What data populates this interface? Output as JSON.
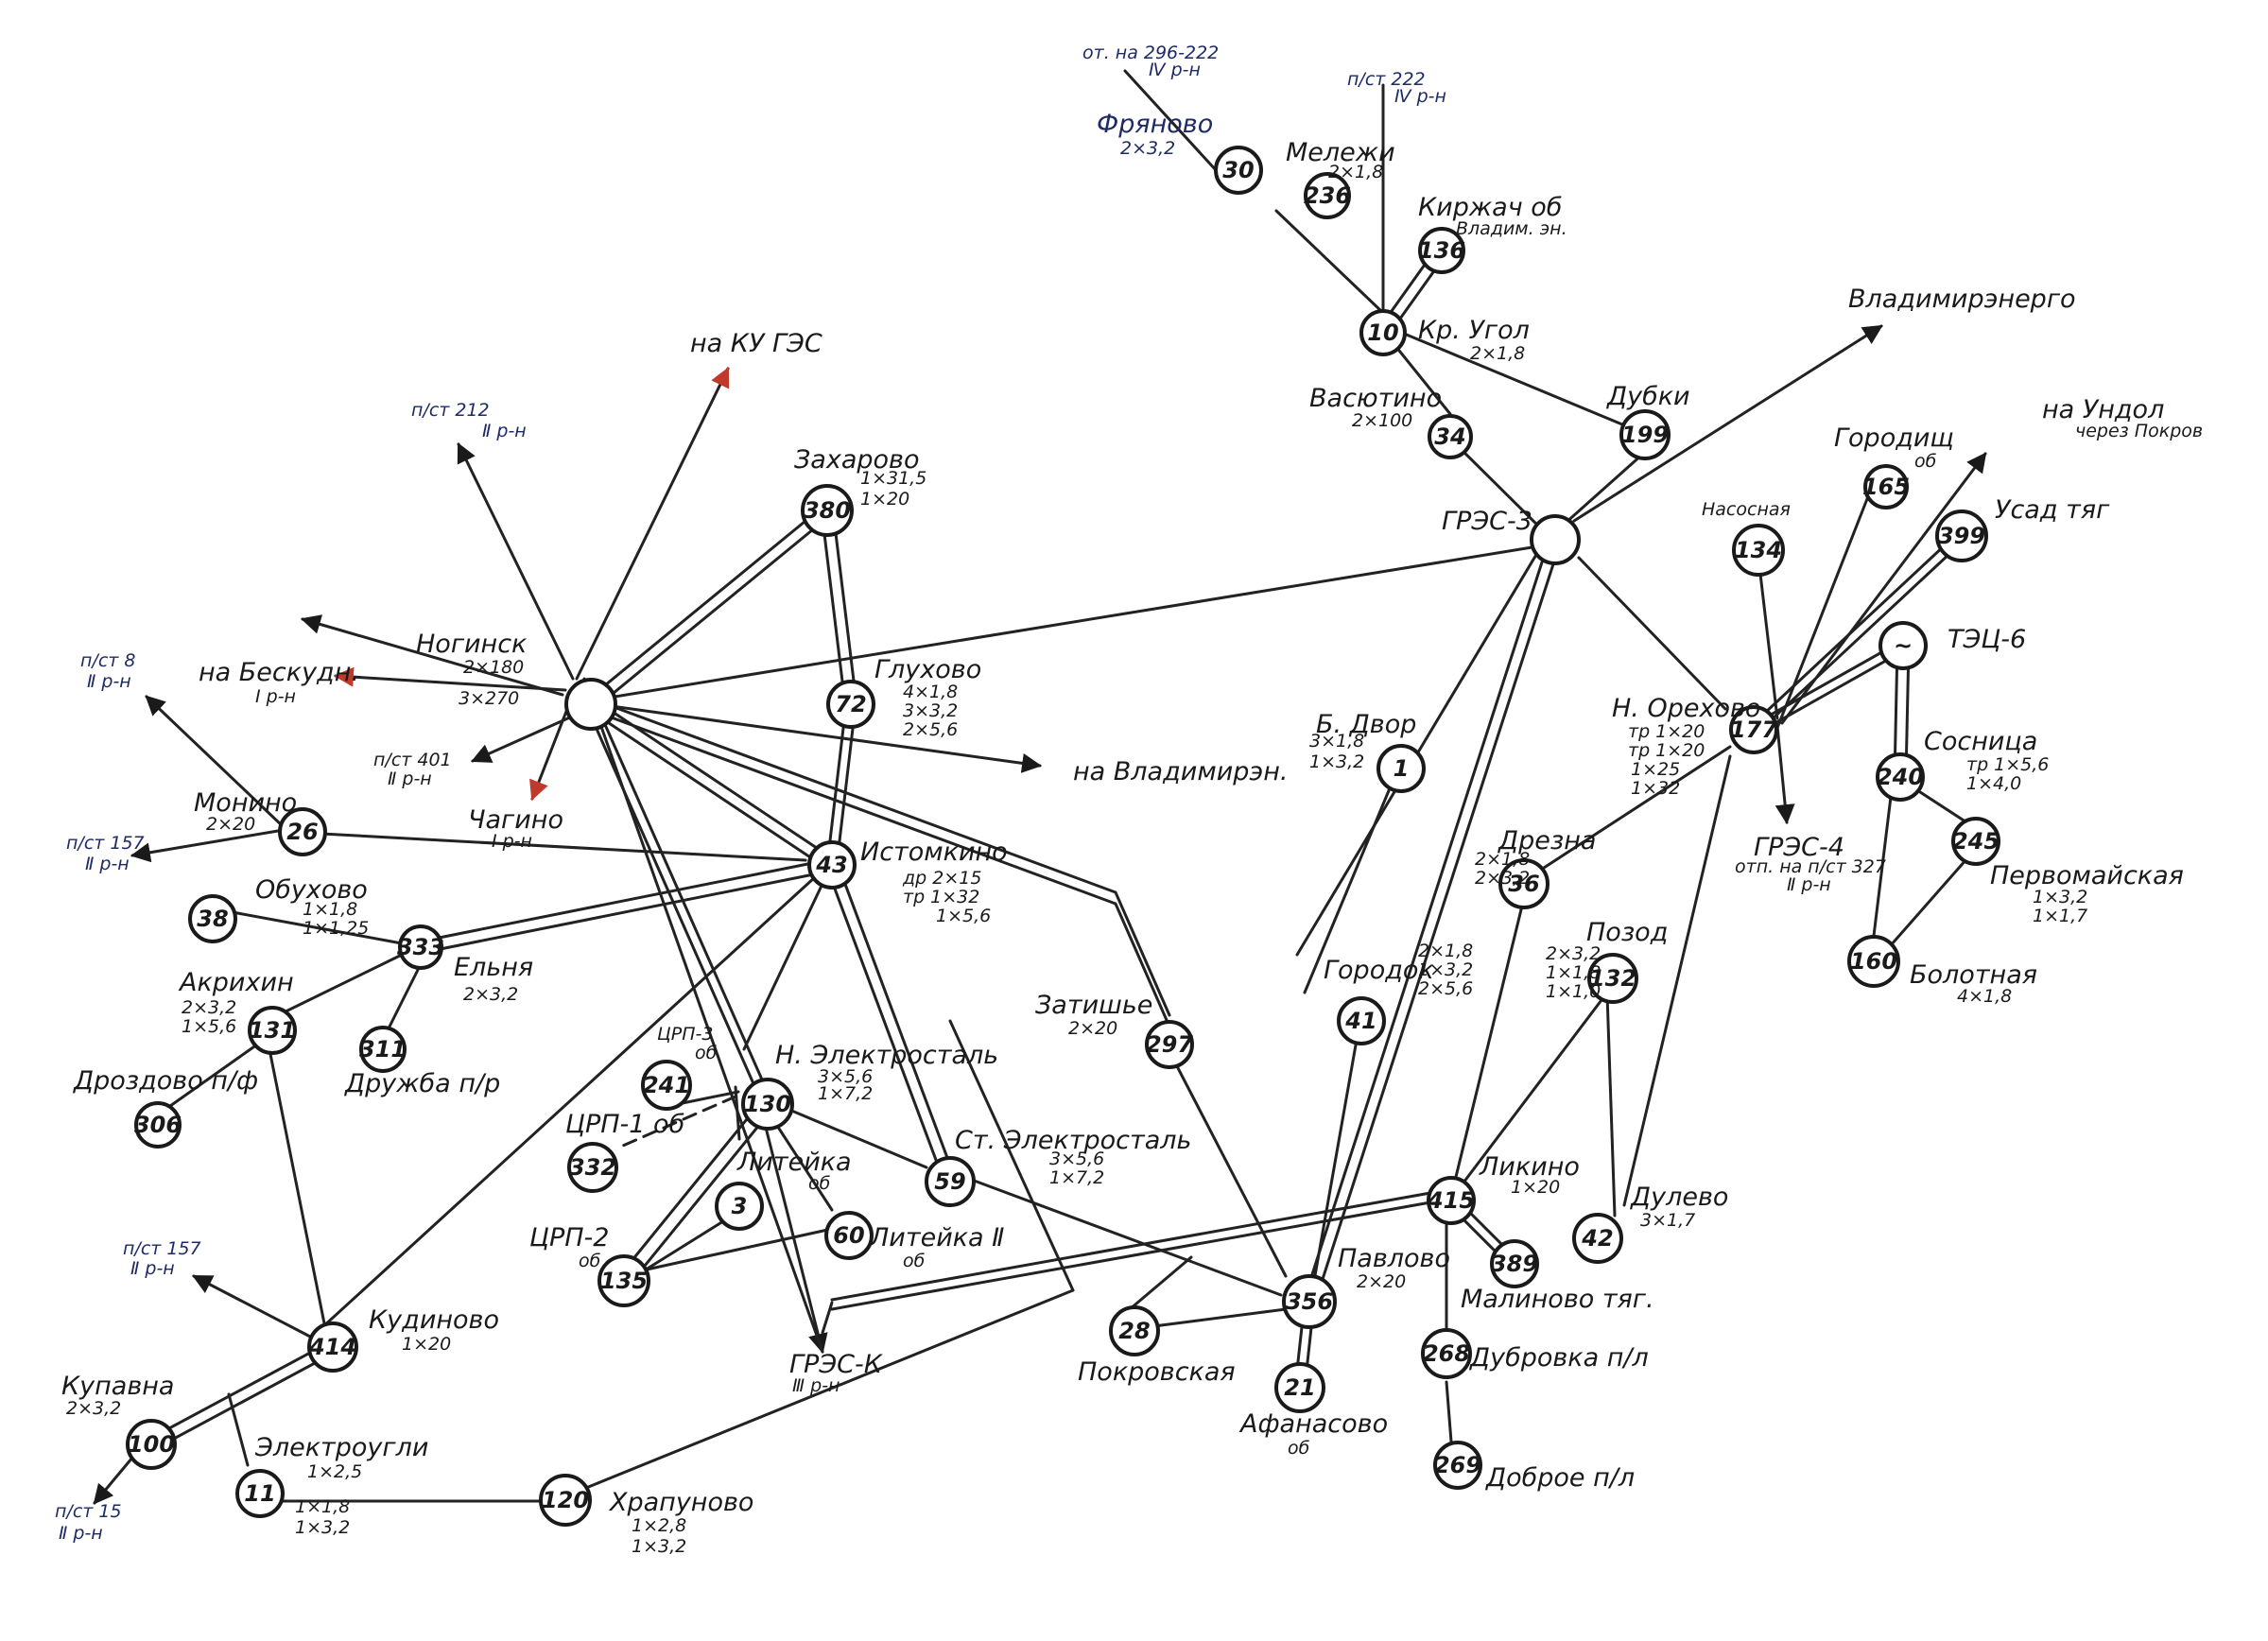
{
  "colors": {
    "ink": "#1a1a1a",
    "blue_ink": "#1f2b66",
    "red_ink": "#c0392b",
    "paper": "#ffffff"
  },
  "nodes": {
    "n10": "10",
    "n30": "30",
    "n236": "236",
    "n136": "136",
    "n34": "34",
    "n199": "199",
    "n165": "165",
    "n399": "399",
    "n134": "134",
    "tec6": "~",
    "n177": "177",
    "n240": "240",
    "n245": "245",
    "n160": "160",
    "n380": "380",
    "n72": "72",
    "n43": "43",
    "n26": "26",
    "n38": "38",
    "n333": "333",
    "n311": "311",
    "n131": "131",
    "n306": "306",
    "n241": "241",
    "n130": "130",
    "n332": "332",
    "n3": "3",
    "n60": "60",
    "n59": "59",
    "n135": "135",
    "n297": "297",
    "n1": "1",
    "n41": "41",
    "n36": "36",
    "n132": "132",
    "n415": "415",
    "n389": "389",
    "n42": "42",
    "n356": "356",
    "n28": "28",
    "n21": "21",
    "n268": "268",
    "n269": "269",
    "n414": "414",
    "n100": "100",
    "n11": "11",
    "n120": "120"
  },
  "labels": {
    "otp_296": "от. на 296-222",
    "otp_296_sub": "Ⅳ р-н",
    "fryanovo": "Фряново",
    "fryanovo_cap": "2×3,2",
    "pst_222": "п/ст 222",
    "pst_222_sub": "Ⅳ р-н",
    "melezhi": "Мележи",
    "melezhi_cap": "2×1,8",
    "kirzhach": "Киржач об",
    "kirzhach_sub": "Владим. эн.",
    "kr_ugol": "Кр. Угол",
    "kr_ugol_cap": "2×1,8",
    "vasyutino": "Васютино",
    "vasyutino_cap": "2×100",
    "dubki": "Дубки",
    "gres3": "ГРЭС-3",
    "vladimirenergo": "Владимирэнерго",
    "gorodishche": "Городищ",
    "gorodishche_sub": "об",
    "na_undol": "на Ундол",
    "cherez": "через Покров",
    "usad": "Усад тяг",
    "nasosnaya": "Насосная",
    "tec6": "ТЭЦ-6",
    "na_ku_ges": "на КУ ГЭС",
    "pst212": "п/ст 212",
    "pst212_sub": "Ⅱ р-н",
    "zakharovo": "Захарово",
    "zakharovo_c1": "1×31,5",
    "zakharovo_c2": "1×20",
    "noginsk": "Ногинск",
    "noginsk_c1": "2×180",
    "noginsk_c2": "3×270",
    "glukhovo": "Глухово",
    "glukhovo_c1": "4×1,8",
    "glukhovo_c2": "3×3,2",
    "glukhovo_c3": "2×5,6",
    "na_vladimiren": "на Владимирэн.",
    "pst8": "п/ст 8",
    "pst8_sub": "Ⅱ р-н",
    "na_beskudn": "на Бескудн.",
    "na_beskudn_sub": "Ⅰ р-н",
    "pst401": "п/ст 401",
    "pst401_sub": "Ⅱ р-н",
    "chagino": "Чагино",
    "chagino_sub": "Ⅰ р-н",
    "monino": "Монино",
    "monino_cap": "2×20",
    "pst157a": "п/ст 157",
    "pst157a_sub": "Ⅱ р-н",
    "obukhovo": "Обухово",
    "obukhovo_c1": "1×1,8",
    "obukhovo_c2": "1×1,25",
    "istomkino": "Истомкино",
    "istomkino_c1": "др 2×15",
    "istomkino_c2": "тр 1×32",
    "istomkino_c3": "1×5,6",
    "elnya": "Ельня",
    "elnya_cap": "2×3,2",
    "akrikhin": "Акрихин",
    "akrikhin_c1": "2×3,2",
    "akrikhin_c2": "1×5,6",
    "drozdovo": "Дроздово п/ф",
    "druzhba": "Дружба п/р",
    "crp3": "ЦРП-3",
    "crp3_sub": "об",
    "n_elektrostal": "Н. Электросталь",
    "n_el_c1": "3×5,6",
    "n_el_c2": "1×7,2",
    "crp1": "ЦРП-1 об",
    "liteyka": "Литейка",
    "liteyka_sub": "об",
    "st_elektrostal": "Ст. Электросталь",
    "st_el_c1": "3×5,6",
    "st_el_c2": "1×7,2",
    "crp2": "ЦРП-2",
    "crp2_sub": "об",
    "liteyka2": "Литейка Ⅱ",
    "liteyka2_sub": "об",
    "zatishye": "Затишье",
    "zatishye_cap": "2×20",
    "b_dvor": "Б. Двор",
    "b_dvor_c1": "3×1,8",
    "b_dvor_c2": "1×3,2",
    "gorodok": "Городок",
    "gorodok_c1": "2×1,8",
    "gorodok_c2": "1×3,2",
    "gorodok_c3": "2×5,6",
    "n_orekhovo": "Н. Орехово",
    "n_or_c1": "тр 1×20",
    "n_or_c2": "тр 1×20",
    "n_or_c3": "1×25",
    "n_or_c4": "1×32",
    "gres4": "ГРЭС-4",
    "gres4_sub": "отп. на п/ст 327",
    "gres4_sub2": "Ⅱ р-н",
    "sosnitsa": "Сосница",
    "sosnitsa_c1": "тр 1×5,6",
    "sosnitsa_c2": "1×4,0",
    "pervomayskaya": "Первомайская",
    "perv_c1": "1×3,2",
    "perv_c2": "1×1,7",
    "bolotnaya": "Болотная",
    "bolotnaya_cap": "4×1,8",
    "drezna": "Дрезна",
    "drezna_c1": "2×1,8",
    "drezna_c2": "2×3,2",
    "pozod": "Позод",
    "pozod_c1": "2×3,2",
    "pozod_c2": "1×1,8",
    "pozod_c3": "1×1,0",
    "likino": "Ликино",
    "likino_cap": "1×20",
    "dulevo": "Дулево",
    "dulevo_cap": "3×1,7",
    "pavlovo": "Павлово",
    "pavlovo_cap": "2×20",
    "malinovo": "Малиново тяг.",
    "pokrovskaya": "Покровская",
    "afanasovo": "Афанасово",
    "afanasovo_sub": "об",
    "dubrovka": "Дубровка п/л",
    "dobroe": "Доброе п/л",
    "gres_k": "ГРЭС-К",
    "gres_k_sub": "Ⅲ р-н",
    "pst157b": "п/ст 157",
    "pst157b_sub": "Ⅱ р-н",
    "kudinovo": "Кудиново",
    "kudinovo_cap": "1×20",
    "kupavna": "Купавна",
    "kupavna_cap": "2×3,2",
    "pst15": "п/ст 15",
    "pst15_sub": "Ⅱ р-н",
    "elektrougli": "Электроугли",
    "elektrougli_cap": "1×2,5",
    "e_c1": "1×1,8",
    "e_c2": "1×3,2",
    "khrapunovo": "Храпуново",
    "khrapunovo_c1": "1×2,8",
    "khrapunovo_c2": "1×3,2"
  }
}
